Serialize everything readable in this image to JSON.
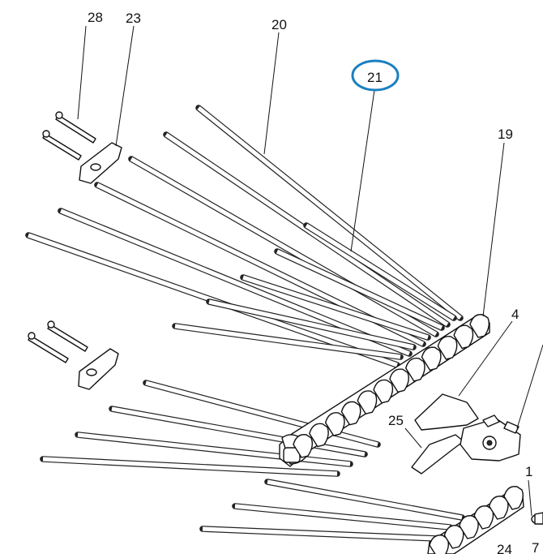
{
  "callouts": {
    "c28": "28",
    "c23": "23",
    "c20": "20",
    "c21": "21",
    "c19": "19",
    "c4": "4",
    "c25": "25",
    "c1": "1",
    "c7": "7",
    "c24": "24"
  },
  "colors": {
    "line": "#111111",
    "highlight_ring": "#1a7fc1",
    "background": "#ffffff"
  },
  "highlighted_callout": "21"
}
